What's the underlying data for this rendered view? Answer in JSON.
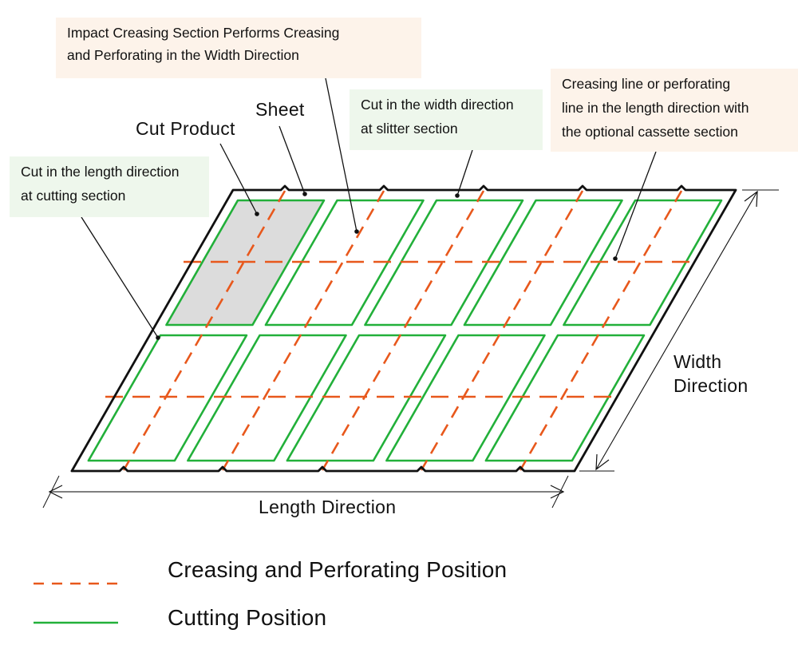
{
  "callouts": {
    "impact_creasing": "Impact Creasing Section Performs Creasing and Perforating in the Width Direction",
    "impact_creasing_line1": "Impact Creasing Section Performs Creasing",
    "impact_creasing_line2": "and Perforating in the Width Direction",
    "cassette_line1": "Creasing line or perforating",
    "cassette_line2": "line in the length direction with",
    "cassette_line3": "the optional cassette section",
    "slitter_line1": "Cut in the width direction",
    "slitter_line2": "at slitter section",
    "cutting_line1": "Cut in the length direction",
    "cutting_line2": "at cutting section"
  },
  "labels": {
    "sheet": "Sheet",
    "cut_product": "Cut Product",
    "width_direction_line1": "Width",
    "width_direction_line2": "Direction",
    "length_direction": "Length Direction"
  },
  "legend": [
    {
      "label": "Creasing and Perforating Position",
      "style": "dashed",
      "color": "#e8581c"
    },
    {
      "label": "Cutting Position",
      "style": "solid",
      "color": "#22b03a"
    }
  ],
  "grid": {
    "rows": 2,
    "columns": 5,
    "highlighted_product": {
      "row": 1,
      "column": 1
    },
    "width_direction_creases_per_row": 1,
    "length_direction_creases_per_column": 1
  },
  "colors": {
    "sheet_outline": "#111111",
    "cutting": "#22b03a",
    "creasing": "#e8581c",
    "product_fill": "#dcdcdc",
    "callout_peach": "#fdf3ea",
    "callout_mint": "#eef7ec"
  }
}
